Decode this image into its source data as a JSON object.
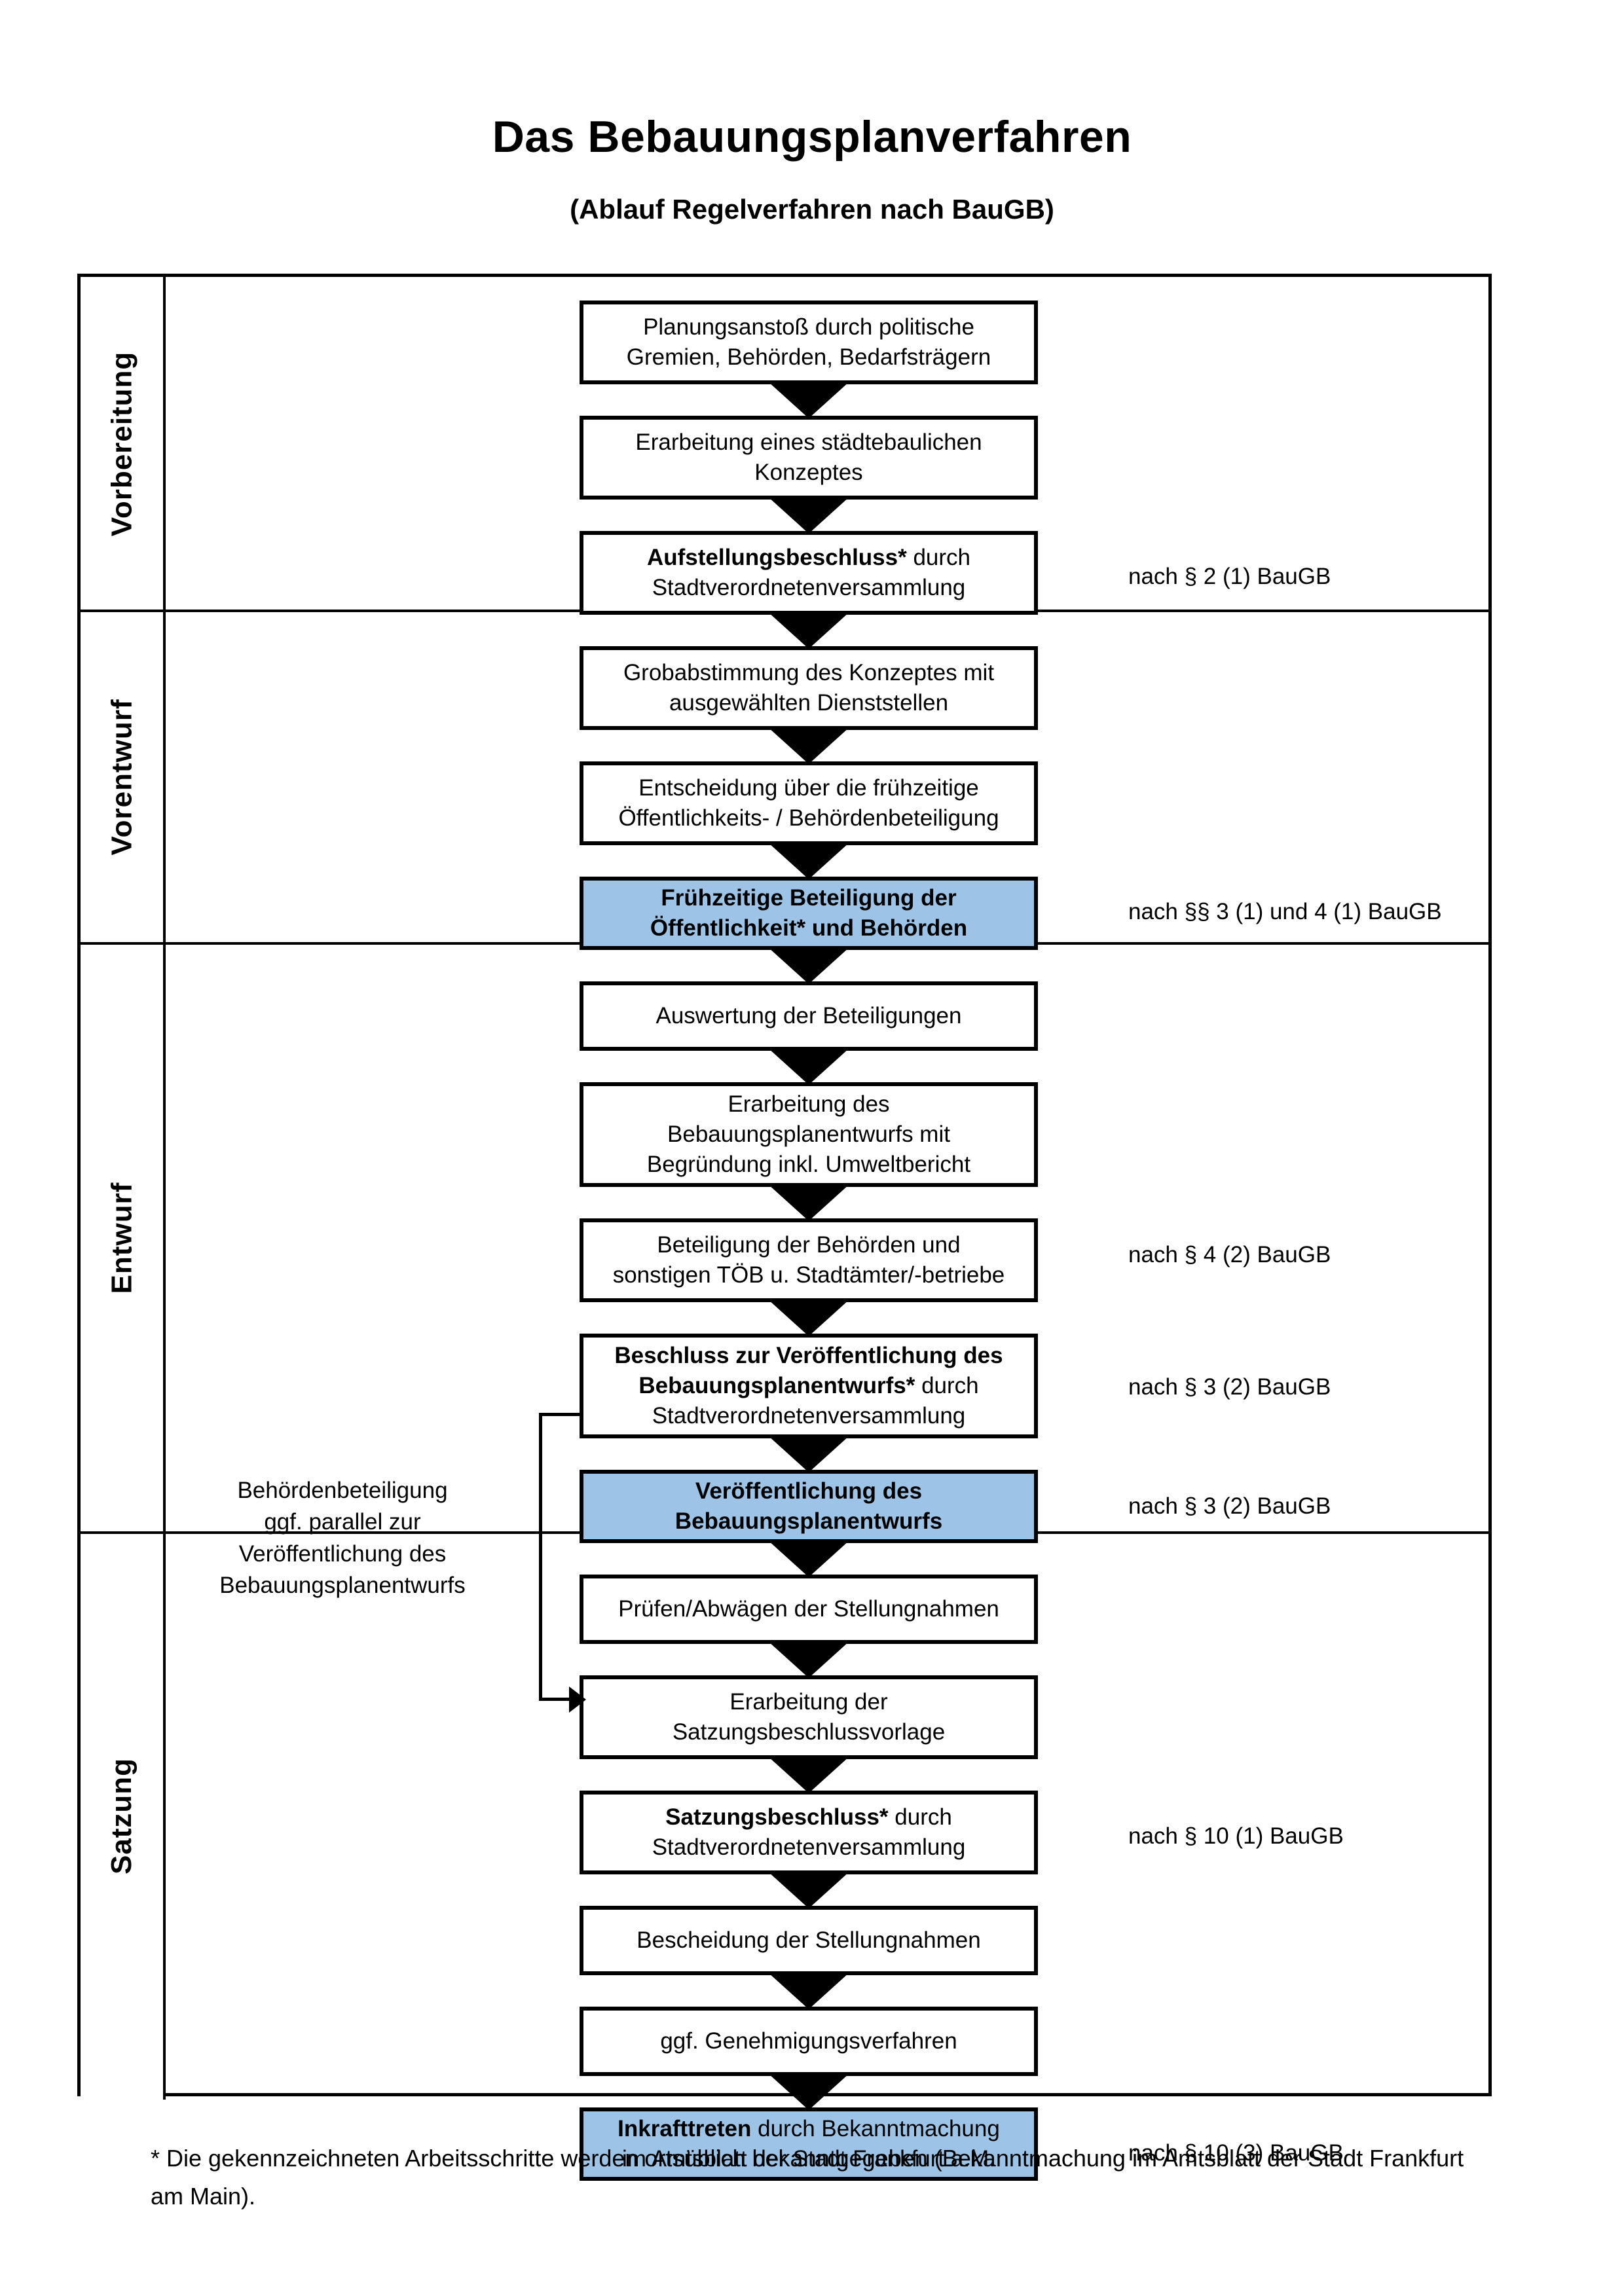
{
  "header": {
    "title": "Das Bebauungsplanverfahren",
    "subtitle": "(Ablauf Regelverfahren nach BauGB)"
  },
  "phases": [
    {
      "label": "Vorbereitung",
      "band_color": "#f2f2f2"
    },
    {
      "label": "Vorentwurf",
      "band_color": "#e6e6e6"
    },
    {
      "label": "Entwurf",
      "band_color": "#d9d9d9"
    },
    {
      "label": "Satzung",
      "band_color": "#bfbfbf"
    }
  ],
  "steps": [
    {
      "id": "planungsanstoss",
      "line1": "Planungsanstoß durch politische",
      "line2": "Gremien, Behörden, Bedarfsträgern",
      "bold1": "",
      "highlight": false
    },
    {
      "id": "konzept",
      "line1": "Erarbeitung eines städtebaulichen",
      "line2": "Konzeptes",
      "bold1": "",
      "highlight": false
    },
    {
      "id": "aufstellungsbeschluss",
      "bold1": "Aufstellungsbeschluss*",
      "line1": " durch",
      "line2": "Stadtverordnetenversammlung",
      "highlight": false
    },
    {
      "id": "grobabstimmung",
      "line1": "Grobabstimmung des Konzeptes mit",
      "line2": "ausgewählten Dienststellen",
      "bold1": "",
      "highlight": false
    },
    {
      "id": "entscheidung",
      "line1": "Entscheidung über die frühzeitige",
      "line2": "Öffentlichkeits- / Behördenbeteiligung",
      "bold1": "",
      "highlight": false
    },
    {
      "id": "fruehzeitige-beteiligung",
      "bold1": "Frühzeitige Beteiligung der",
      "bold2": "Öffentlichkeit* und Behörden",
      "highlight": true
    },
    {
      "id": "auswertung",
      "line1": "Auswertung der Beteiligungen",
      "line2": "",
      "bold1": "",
      "highlight": false
    },
    {
      "id": "erarbeitung-entwurf",
      "line1": "Erarbeitung des",
      "line2": "Bebauungsplanentwurfs mit",
      "line3": "Begründung inkl. Umweltbericht",
      "bold1": "",
      "highlight": false
    },
    {
      "id": "beteiligung-behoerden",
      "line1": "Beteiligung der Behörden und",
      "line2": "sonstigen TÖB u. Stadtämter/-betriebe",
      "bold1": "",
      "highlight": false
    },
    {
      "id": "beschluss-veroeffentlichung",
      "bold1": "Beschluss zur Veröffentlichung des",
      "bold2": "Bebauungsplanentwurfs*",
      "line1": " durch",
      "line2": "Stadtverordnetenversammlung",
      "highlight": false
    },
    {
      "id": "veroeffentlichung",
      "bold1": "Veröffentlichung des",
      "bold2": "Bebauungsplanentwurfs",
      "highlight": true
    },
    {
      "id": "pruefen-abwaegen",
      "line1": "Prüfen/Abwägen der Stellungnahmen",
      "line2": "",
      "bold1": "",
      "highlight": false
    },
    {
      "id": "satzungsbeschlussvorlage",
      "line1": "Erarbeitung der",
      "line2": "Satzungsbeschlussvorlage",
      "bold1": "",
      "highlight": false
    },
    {
      "id": "satzungsbeschluss",
      "bold1": "Satzungsbeschluss*",
      "line1": " durch",
      "line2": "Stadtverordnetenversammlung",
      "highlight": false
    },
    {
      "id": "bescheidung",
      "line1": "Bescheidung der Stellungnahmen",
      "line2": "",
      "bold1": "",
      "highlight": false
    },
    {
      "id": "genehmigungsverfahren",
      "line1": "ggf. Genehmigungsverfahren",
      "line2": "",
      "bold1": "",
      "highlight": false
    },
    {
      "id": "inkrafttreten",
      "bold1": "Inkrafttreten",
      "line1": " durch Bekanntmachung",
      "line2": "im Amtsblatt der Stadt Frankfurt a.M.",
      "highlight": true
    }
  ],
  "annotations": [
    {
      "id": "anno-par2-1",
      "text": "nach § 2 (1) BauGB"
    },
    {
      "id": "anno-par3-4-1",
      "text": "nach §§ 3 (1) und 4 (1) BauGB"
    },
    {
      "id": "anno-par4-2",
      "text": "nach § 4 (2) BauGB"
    },
    {
      "id": "anno-par3-2-a",
      "text": "nach § 3 (2) BauGB"
    },
    {
      "id": "anno-par3-2-b",
      "text": "nach § 3 (2) BauGB"
    },
    {
      "id": "anno-par10-1",
      "text": "nach § 10 (1) BauGB"
    },
    {
      "id": "anno-par10-3",
      "text": "nach § 10 (3) BauGB"
    }
  ],
  "sidenote": {
    "line1": "Behördenbeteiligung",
    "line2": "ggf. parallel zur",
    "line3": "Veröffentlichung des",
    "line4": "Bebauungsplanentwurfs"
  },
  "footnote": {
    "text": "* Die gekennzeichneten Arbeitsschritte werden ortsüblich bekanntgegeben (Bekanntmachung im Amtsblatt  der Stadt Frankfurt am Main)."
  },
  "colors": {
    "highlight_blue": "#9dc3e6",
    "band1": "#f2f2f2",
    "band2": "#e6e6e6",
    "band3": "#d9d9d9",
    "band4": "#bfbfbf",
    "outline": "#000000"
  }
}
